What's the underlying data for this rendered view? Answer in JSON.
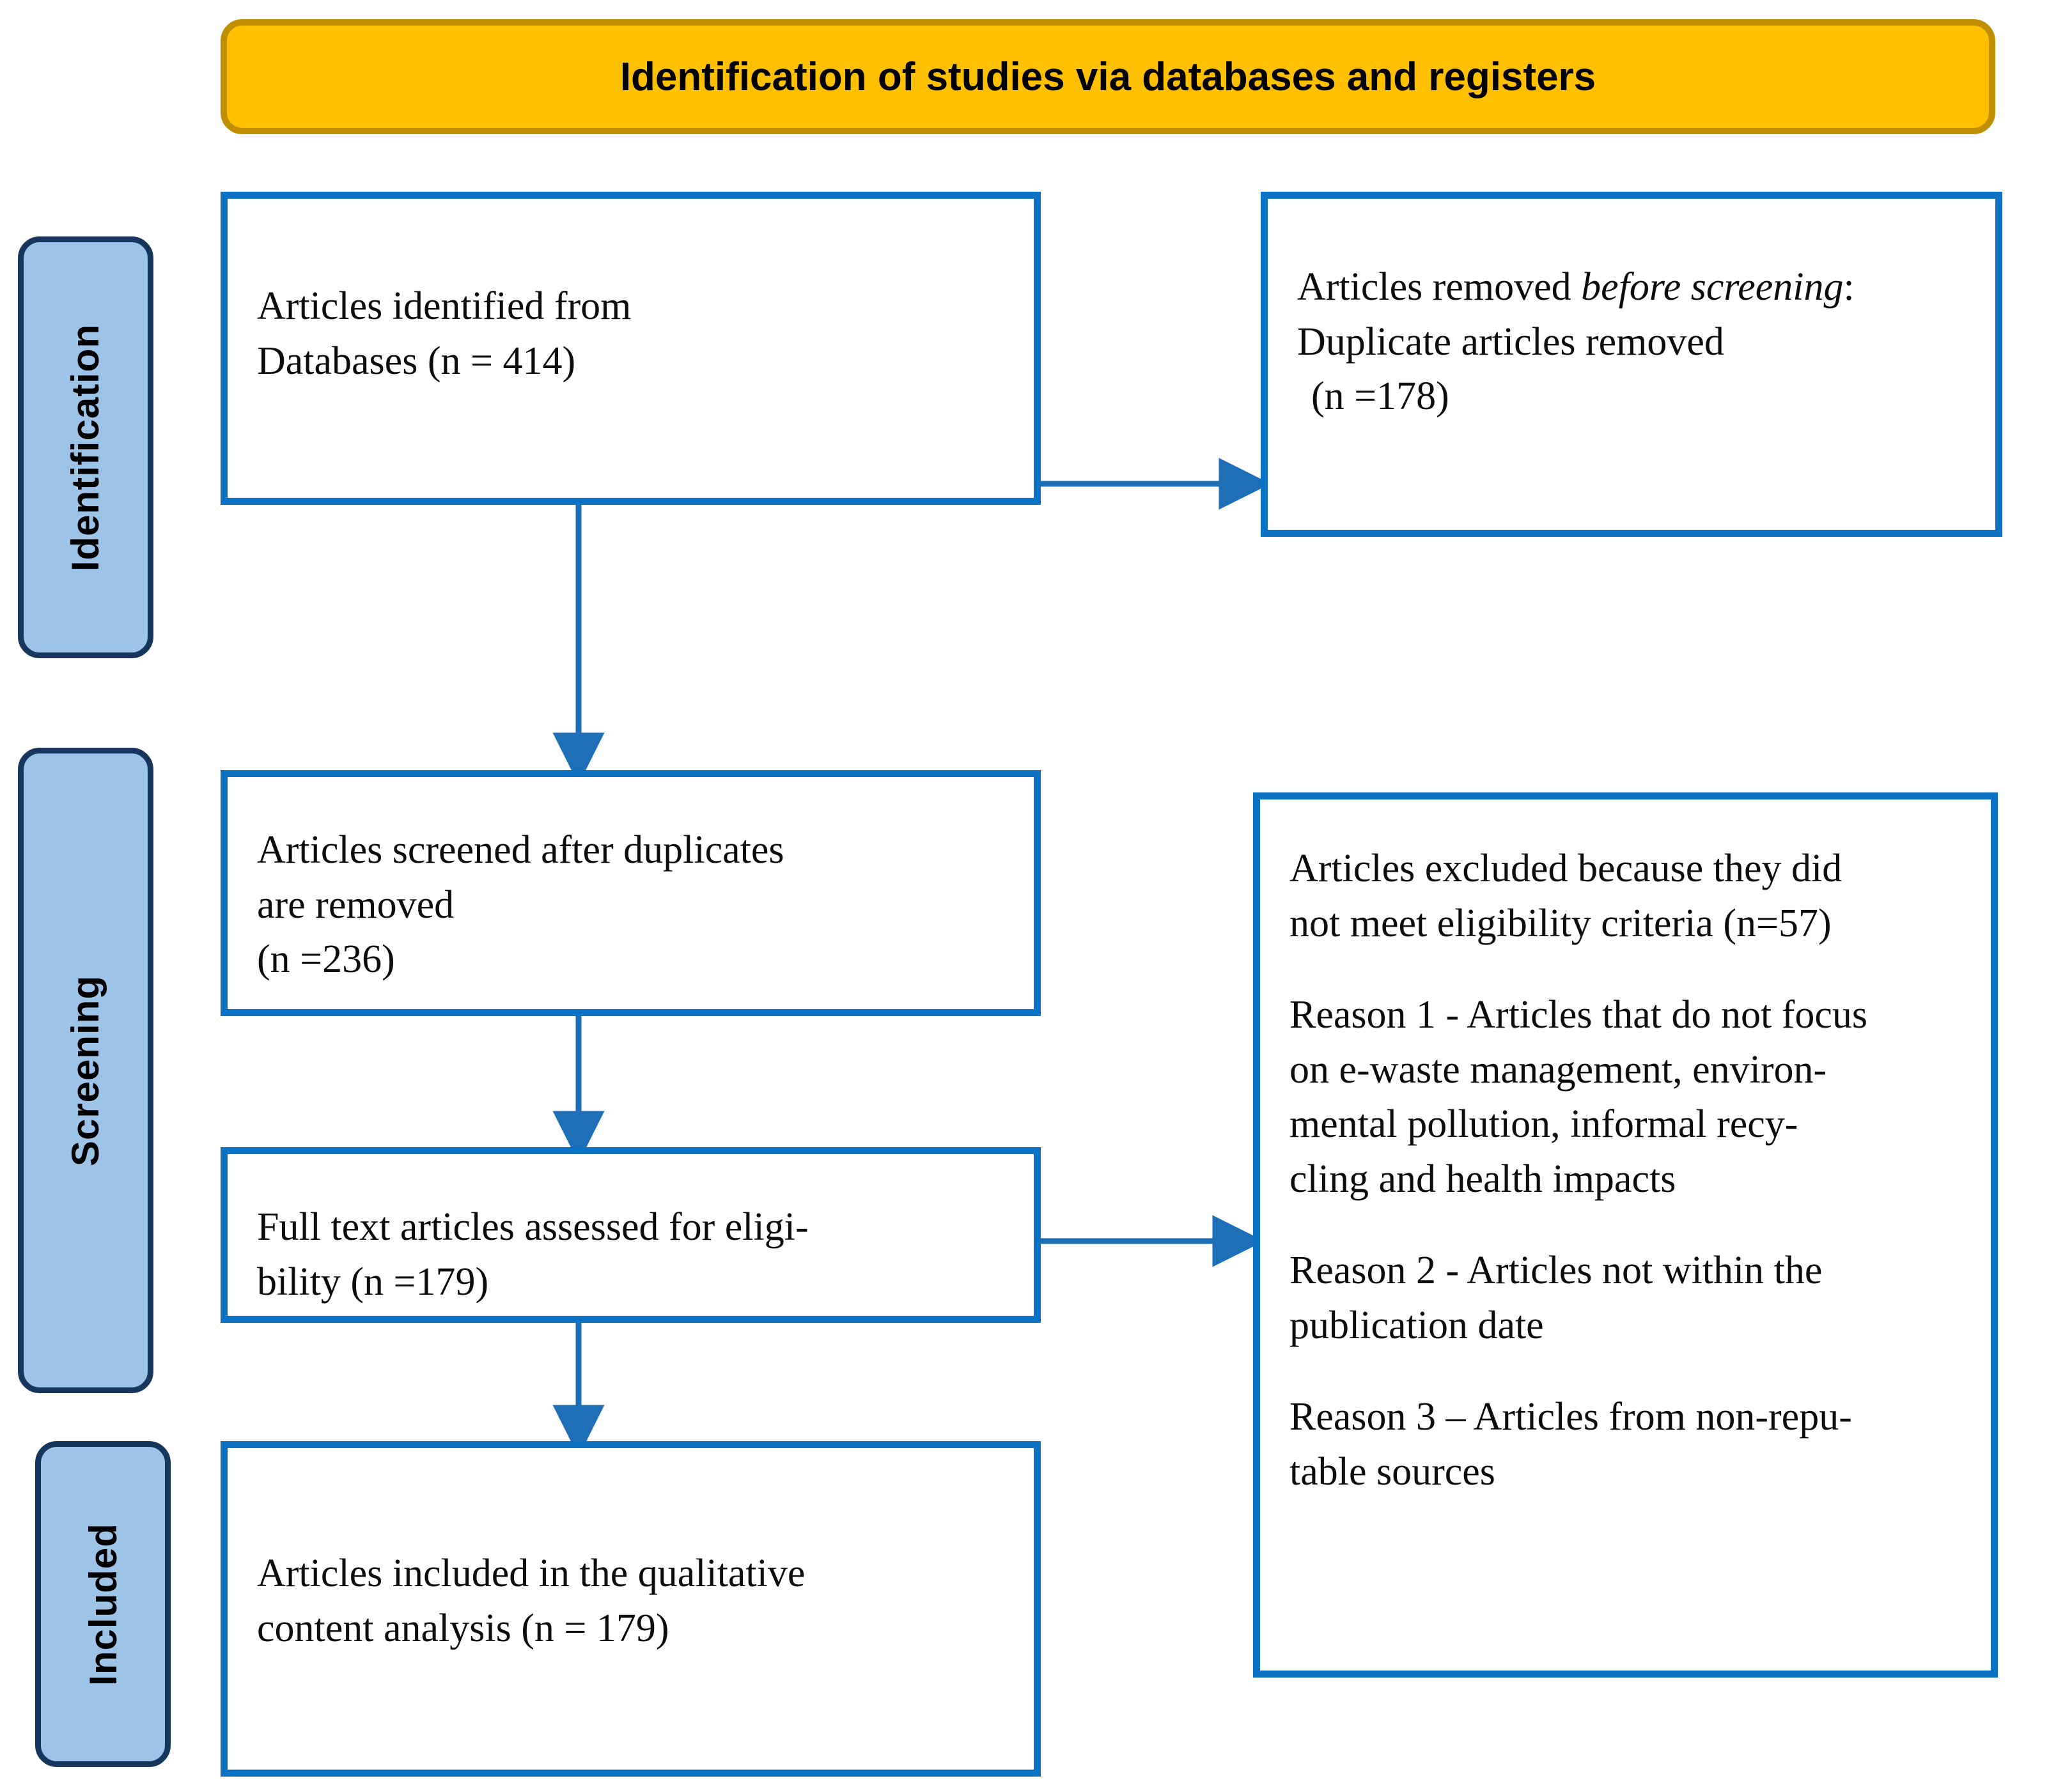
{
  "header": {
    "title": "Identification of studies via databases and registers",
    "fill_color": "#FFC000",
    "border_color": "#BF8F00"
  },
  "stages": [
    {
      "id": "identification",
      "label": "Identification"
    },
    {
      "id": "screening",
      "label": "Screening"
    },
    {
      "id": "included",
      "label": "Included"
    }
  ],
  "stage_style": {
    "fill_color": "#9DC3E6",
    "border_color": "#17365D"
  },
  "box_style": {
    "fill_color": "#FFFFFF",
    "border_color": "#0B72C4"
  },
  "boxes": {
    "identified": {
      "line1": "Articles identified from",
      "line2": "Databases (n = 414)"
    },
    "removed": {
      "line1_prefix": "Articles removed ",
      "line1_italic": "before screening",
      "line1_suffix": ":",
      "line2": "Duplicate articles removed",
      "line3": "(n =178)"
    },
    "screened": {
      "line1": "Articles screened after duplicates",
      "line2": "are removed",
      "line3": "(n =236)"
    },
    "fulltext": {
      "line1": "Full text articles assessed for eligi-",
      "line2": "bility (n =179)"
    },
    "included": {
      "line1": "Articles included in the qualitative",
      "line2": "content analysis (n = 179)"
    },
    "excluded": {
      "line1": "Articles excluded because they did",
      "line2": "not meet eligibility criteria (n=57)",
      "reason1_line1": "Reason 1 - Articles that do not focus",
      "reason1_line2": "on e-waste management, environ-",
      "reason1_line3": "mental pollution, informal recy-",
      "reason1_line4": "cling and health impacts",
      "reason2_line1": "Reason 2 - Articles not within the",
      "reason2_line2": "publication date",
      "reason3_line1": "Reason 3 – Articles from non-repu-",
      "reason3_line2": "table sources"
    }
  },
  "connectors": {
    "color": "#1F6FB8",
    "arrows": [
      {
        "name": "identified-to-removed",
        "direction": "right"
      },
      {
        "name": "identified-to-screened",
        "direction": "down"
      },
      {
        "name": "screened-to-fulltext",
        "direction": "down"
      },
      {
        "name": "fulltext-to-excluded",
        "direction": "right"
      },
      {
        "name": "fulltext-to-included",
        "direction": "down"
      }
    ]
  }
}
